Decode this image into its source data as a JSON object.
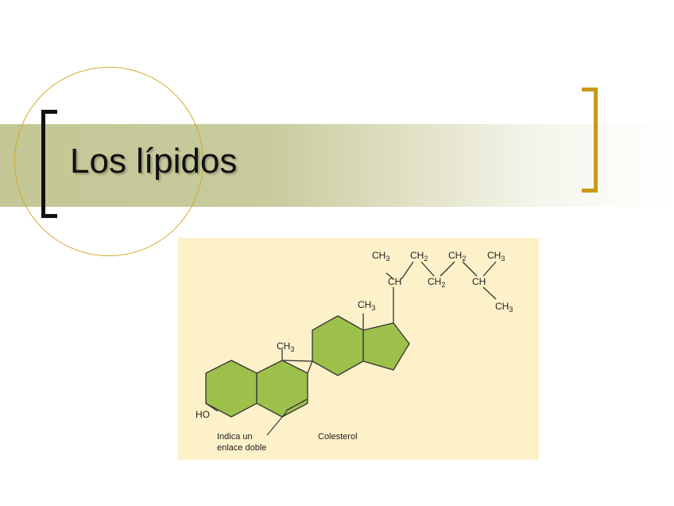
{
  "slide": {
    "title": "Los lípidos"
  },
  "diagram": {
    "background": "#fdf1c9",
    "ring_fill": "#9dc04a",
    "labels": {
      "ho": "HO",
      "ch3_a": "CH",
      "ch3_b": "CH",
      "chain_ch3_1": "CH",
      "chain_ch2_1": "CH",
      "chain_ch2_2": "CH",
      "chain_ch3_2": "CH",
      "chain_ch_1": "CH",
      "chain_ch2_3": "CH",
      "chain_ch_2": "CH",
      "chain_ch3_3": "CH",
      "sub3": "3",
      "sub2": "2",
      "annotation_line1": "Indica un",
      "annotation_line2": "enlace doble",
      "caption": "Colesterol"
    }
  }
}
